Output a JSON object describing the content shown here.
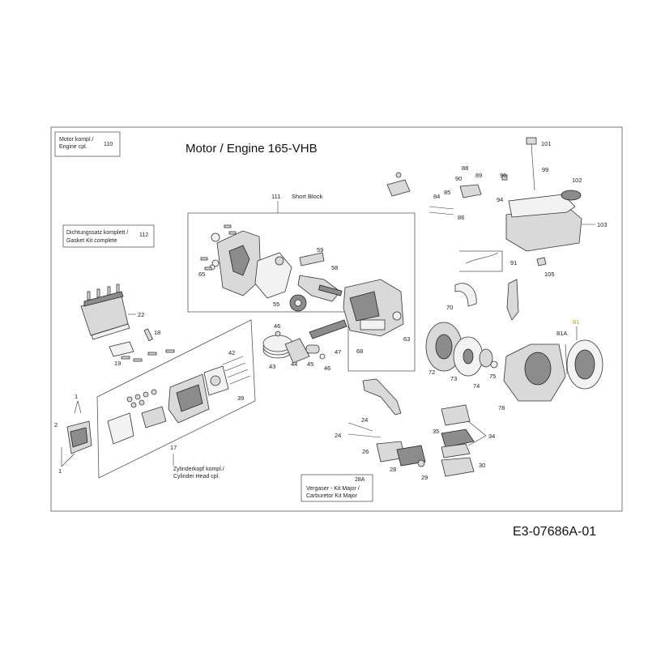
{
  "title": "Motor / Engine 165-VHB",
  "doc_code": "E3-07686A-01",
  "boxes": {
    "engine_complete": {
      "line1": "Motor kompl./",
      "line2": "Engine cpl.",
      "number": "110"
    },
    "gasket_kit": {
      "line1": "Dichtungssatz komplett /",
      "line2": "Gasket Kit complete",
      "number": "112"
    },
    "short_block": {
      "number": "111",
      "label": "Short Block"
    },
    "cylinder_head": {
      "number": "17",
      "line1": "Zylinderkopf kompl./",
      "line2": "Cylinder Head cpl."
    },
    "carburetor_kit": {
      "number": "28A",
      "line1": "Vergaser - Kit Major /",
      "line2": "Carburetor Kit Major"
    }
  },
  "part_labels": {
    "p101": "101",
    "p99": "99",
    "p96": "96",
    "p102": "102",
    "p88": "88",
    "p90": "90",
    "p89": "89",
    "p94": "94",
    "p85": "85",
    "p84": "84",
    "p86": "86",
    "p103": "103",
    "p91": "91",
    "p105": "105",
    "p59": "59",
    "p58": "58",
    "p65": "65",
    "p55": "55",
    "p22": "22",
    "p18": "18",
    "p19": "19",
    "p46": "46",
    "p47": "47",
    "p68": "68",
    "p63": "63",
    "p43": "43",
    "p44": "44",
    "p45": "45",
    "p46b": "46",
    "p42": "42",
    "p39": "39",
    "p70": "70",
    "p81": "81",
    "p81A": "81A",
    "p72": "72",
    "p73": "73",
    "p74": "74",
    "p75": "75",
    "p78": "78",
    "p1a": "1",
    "p1b": "1",
    "p2": "2",
    "p24a": "24",
    "p24b": "24",
    "p35": "35",
    "p34": "34",
    "p26": "26",
    "p28": "28",
    "p29": "29",
    "p30": "30"
  },
  "colors": {
    "highlight": "#c8960c",
    "line": "#333333"
  }
}
